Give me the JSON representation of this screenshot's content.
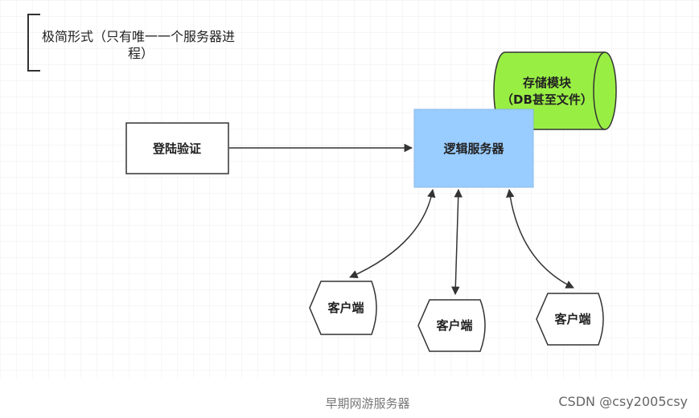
{
  "annotation": {
    "line1": "极简形式（只有唯一一个服务器进",
    "line2": "程）"
  },
  "nodes": {
    "storage": {
      "line1": "存储模块",
      "line2": "（DB甚至文件）"
    },
    "login": {
      "label": "登陆验证"
    },
    "logic_server": {
      "label": "逻辑服务器"
    },
    "clients": [
      {
        "label": "客户端"
      },
      {
        "label": "客户端"
      },
      {
        "label": "客户端"
      }
    ]
  },
  "caption": "早期网游服务器",
  "watermark": "CSDN @csy2005csy",
  "colors": {
    "logic_server_fill": "#99ccff",
    "storage_fill": "#99ee44",
    "line": "#333333",
    "grid": "#ececec"
  }
}
